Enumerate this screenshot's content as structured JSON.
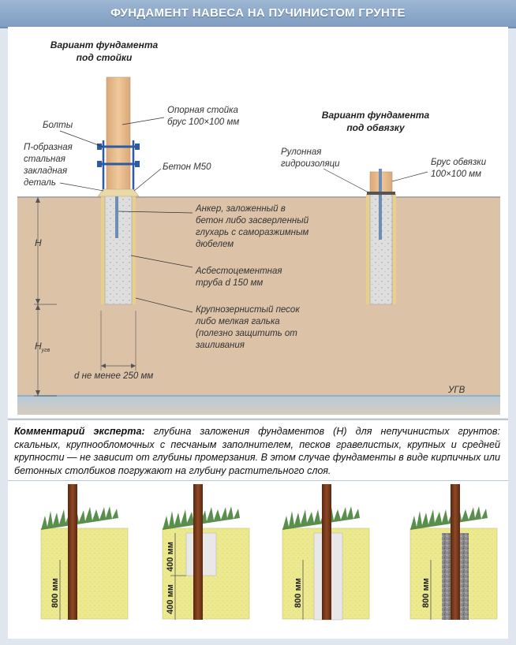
{
  "title": "ФУНДАМЕНТ НАВЕСА НА ПУЧИНИСТОМ ГРУНТЕ",
  "diagram": {
    "variant_post_line1": "Вариант фундамента",
    "variant_post_line2": "под стойки",
    "variant_strap_line1": "Вариант фундамента",
    "variant_strap_line2": "под обвязку",
    "post_label_line1": "Опорная стойка",
    "post_label_line2": "брус 100×100 мм",
    "bolts": "Болты",
    "bracket_line1": "П-образная",
    "bracket_line2": "стальная",
    "bracket_line3": "закладная",
    "bracket_line4": "деталь",
    "concrete": "Бетон М50",
    "anchor_line1": "Анкер, заложенный в",
    "anchor_line2": "бетон либо засверленный",
    "anchor_line3": "глухарь с саморазжимным",
    "anchor_line4": "дюбелем",
    "pipe_line1": "Асбестоцементная",
    "pipe_line2": "труба d 150 мм",
    "sand_line1": "Крупнозернистый песок",
    "sand_line2": "либо мелкая галька",
    "sand_line3": "(полезно защитить от",
    "sand_line4": "заиливания",
    "waterproof_line1": "Рулонная",
    "waterproof_line2": "гидроизоляци",
    "strap_beam_line1": "Брус обвязки",
    "strap_beam_line2": "100×100 мм",
    "h_label": "H",
    "hugv_main": "H",
    "hugv_sub": "угв",
    "d_label": "d не менее 250 мм",
    "ugv_label": "УГВ"
  },
  "comment": {
    "lead": "Комментарий эксперта:",
    "text": " глубина заложения фундаментов (Н) для непучинистых грунтов: скальных, крупнообломочных с песчаным заполнителем, песков гравелистых, крупных и средней крупности — не зависит от глубины промерзания. В этом случае фундаменты в виде кирпичных или бетонных столбиков погружают на глубину растительного слоя."
  },
  "examples": {
    "label_800": "800 мм",
    "label_400_top": "400 мм",
    "label_400_bottom": "400 мм"
  },
  "colors": {
    "soil": "#dcc3a8",
    "post": "#e3b98d",
    "sand": "#e9cf8e",
    "concrete": "#dcdcdc",
    "yellow_soil": "#ece98f",
    "pole": "#7b3a1c",
    "title_bg": "#8fabcb"
  }
}
